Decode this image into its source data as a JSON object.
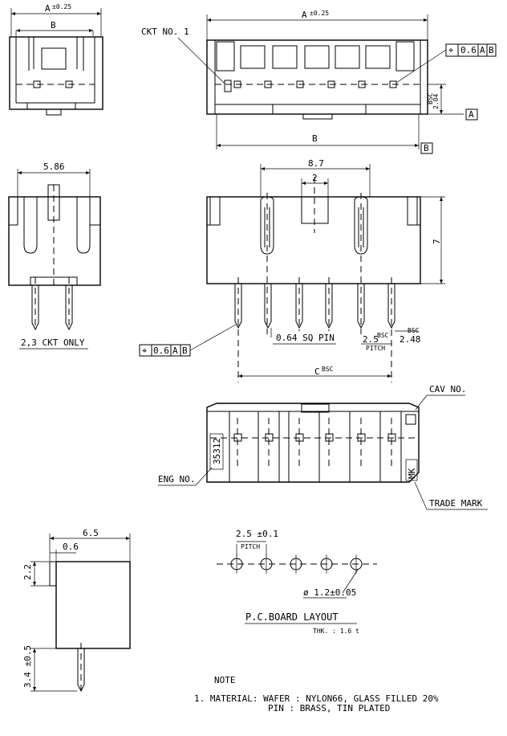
{
  "dims": {
    "a_tol": "A",
    "a_tol_sup": "±0.25",
    "b": "B",
    "ckt_no_1": "CKT NO. 1",
    "bsc": "BSC",
    "dim_204": "2.04",
    "datum_a": "A",
    "datum_b": "B",
    "dim_586": "5.86",
    "ckt_only": "2,3 CKT ONLY",
    "dim_87": "8.7",
    "dim_2": "2",
    "dim_7": "7",
    "sq_pin": "0.64 SQ PIN",
    "pitch_25": "2.5",
    "pitch": "PITCH",
    "dim_248": "2.48",
    "c_bsc": "C",
    "cav_no": "CAV NO.",
    "eng_no": "ENG NO.",
    "trade_mark": "TRADE MARK",
    "eng_code": "35312",
    "mark_code": "MK",
    "dim_65": "6.5",
    "dim_06": "0.6",
    "dim_22": "2.2",
    "dim_34": "3.4 ±0.5",
    "pcb_pitch": "2.5 ±0.1",
    "pcb_hole": "ø 1.2±0.05",
    "pcb_title": "P.C.BOARD LAYOUT",
    "pcb_thk": "THK. : 1.6 t"
  },
  "tolerance_frames": [
    {
      "symbol": "⌖",
      "value": "0.6",
      "refs": [
        "A",
        "B"
      ]
    },
    {
      "symbol": "⌖",
      "value": "0.6",
      "refs": [
        "A",
        "B"
      ]
    }
  ],
  "note": {
    "title": "NOTE",
    "line1": "1. MATERIAL:  WAFER : NYLON66, GLASS FILLED 20%",
    "line2": "PIN : BRASS, TIN PLATED"
  }
}
